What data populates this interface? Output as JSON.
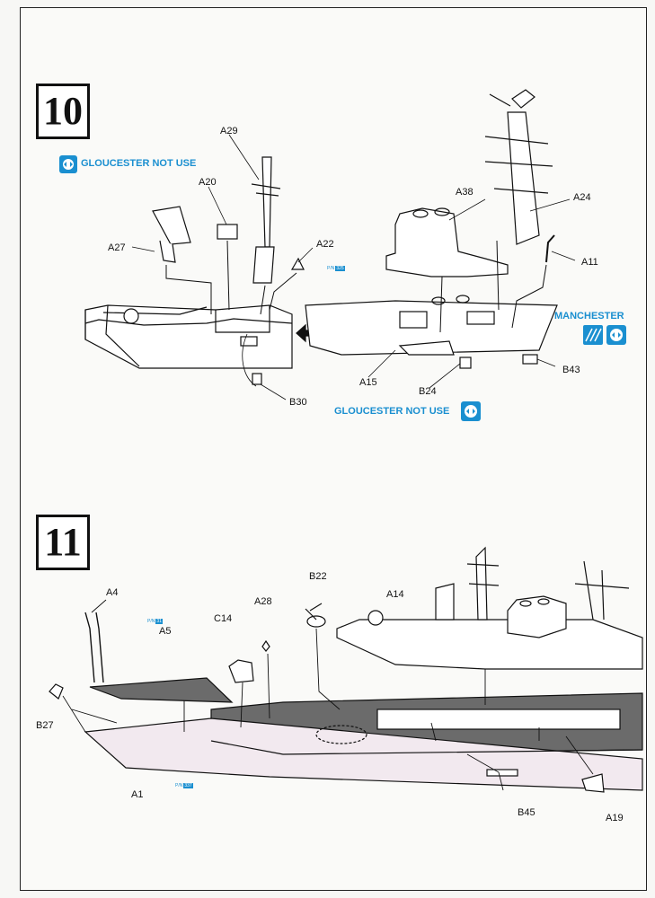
{
  "steps": {
    "step10": {
      "number": "10",
      "notes": {
        "gloucester_top": "GLOUCESTER NOT USE",
        "gloucester_bottom": "GLOUCESTER NOT USE",
        "manchester": "MANCHESTER"
      },
      "parts": {
        "A29": "A29",
        "A20": "A20",
        "A38": "A38",
        "A24": "A24",
        "A27": "A27",
        "A22": "A22",
        "A11": "A11",
        "A15": "A15",
        "B24": "B24",
        "B43": "B43",
        "B30": "B30"
      },
      "ref": {
        "prefix": "P/N",
        "code": "325"
      }
    },
    "step11": {
      "number": "11",
      "parts": {
        "A4": "A4",
        "A5": "A5",
        "B22": "B22",
        "A28": "A28",
        "C14": "C14",
        "A14": "A14",
        "B27": "B27",
        "A1": "A1",
        "B45": "B45",
        "A19": "A19"
      },
      "refs": [
        {
          "prefix": "P/N",
          "code": "31"
        },
        {
          "prefix": "P/N",
          "code": "337"
        }
      ]
    }
  },
  "colors": {
    "accent": "#1a8fd0",
    "line": "#111111",
    "deck": "#6b6b6b"
  },
  "icons": [
    "no-use-icon",
    "manchester-icon"
  ]
}
